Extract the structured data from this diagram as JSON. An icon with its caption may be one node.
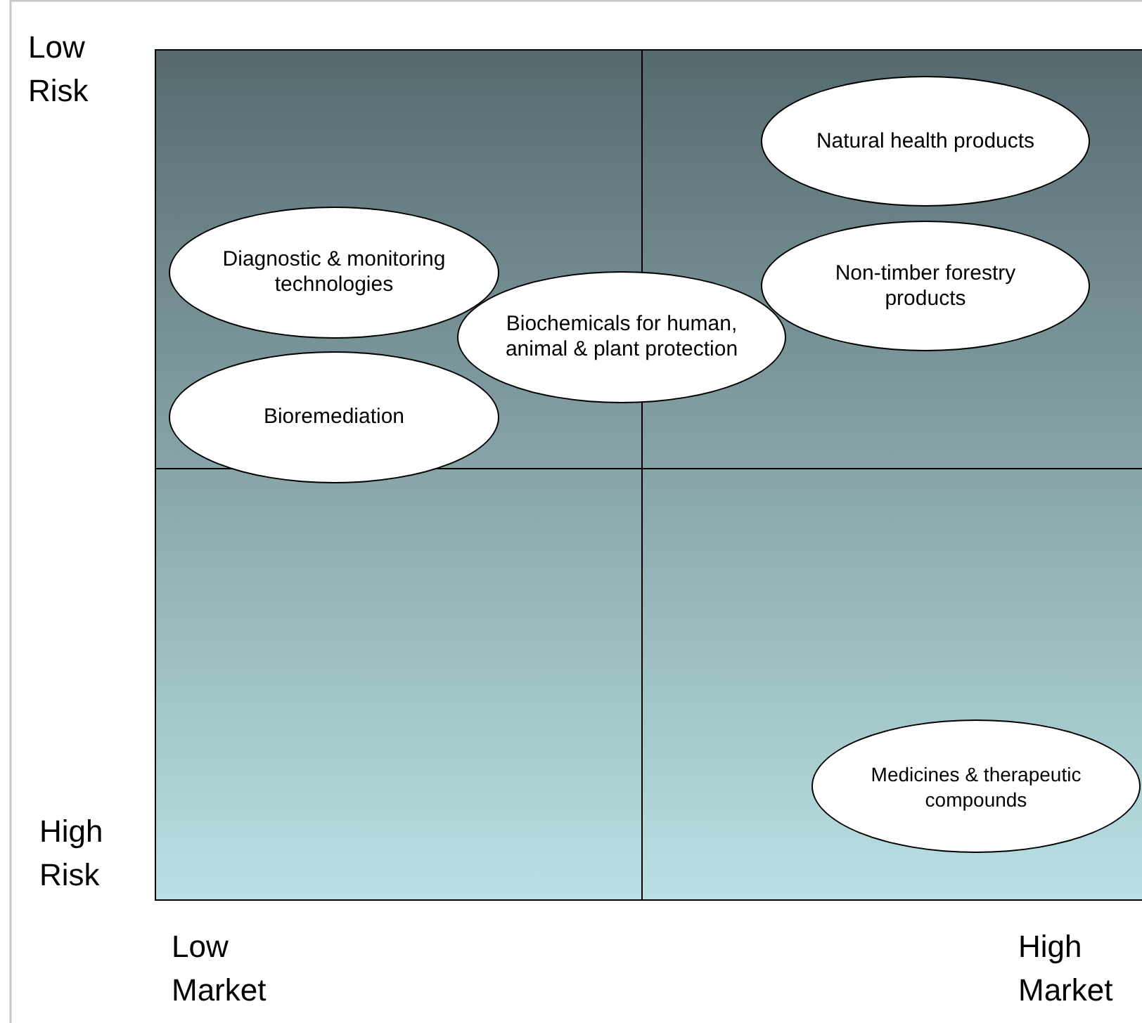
{
  "diagram": {
    "nodes": [
      {
        "text": [
          "Natural health products"
        ]
      },
      {
        "text": [
          "Diagnostic & monitoring technologies"
        ]
      },
      {
        "text": [
          "Non-timber forestry products"
        ]
      },
      {
        "text": [
          "Biochemicals for human, animal & plant protection"
        ]
      },
      {
        "text": [
          "Bioremediation"
        ]
      },
      {
        "text": [
          "Medicines & therapeutic compounds"
        ]
      }
    ],
    "edges": [],
    "labels": [
      "Low Risk",
      "High Risk",
      "Low Market",
      "High Market"
    ]
  }
}
